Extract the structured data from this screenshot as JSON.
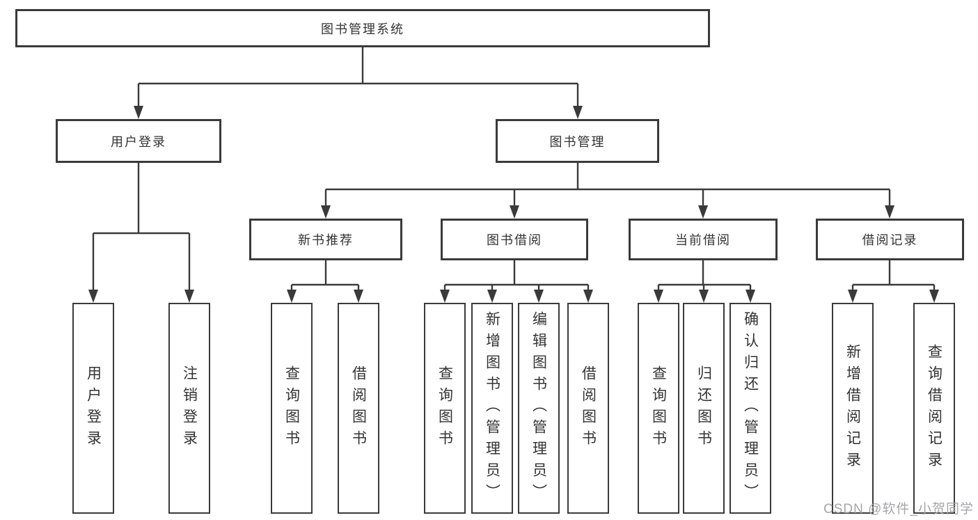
{
  "tree": {
    "label": "图书管理系统",
    "children": [
      {
        "label": "用户登录",
        "children": [
          {
            "label": "用户登录"
          },
          {
            "label": "注销登录"
          }
        ]
      },
      {
        "label": "图书管理",
        "children": [
          {
            "label": "新书推荐",
            "children": [
              {
                "label": "查询图书"
              },
              {
                "label": "借阅图书"
              }
            ]
          },
          {
            "label": "图书借阅",
            "children": [
              {
                "label": "查询图书"
              },
              {
                "label": "新增图书（管理员）"
              },
              {
                "label": "编辑图书（管理员）"
              },
              {
                "label": "借阅图书"
              }
            ]
          },
          {
            "label": "当前借阅",
            "children": [
              {
                "label": "查询图书"
              },
              {
                "label": "归还图书"
              },
              {
                "label": "确认归还（管理员）"
              }
            ]
          },
          {
            "label": "借阅记录",
            "children": [
              {
                "label": "新增借阅记录"
              },
              {
                "label": "查询借阅记录"
              }
            ]
          }
        ]
      }
    ]
  },
  "watermark": "CSDN @软件_小贺同学",
  "colors": {
    "line": "#3a3a3a",
    "border": "#3a3a3a",
    "text": "#333333",
    "watermark_text": "#a6a6aa",
    "background": "#ffffff"
  }
}
